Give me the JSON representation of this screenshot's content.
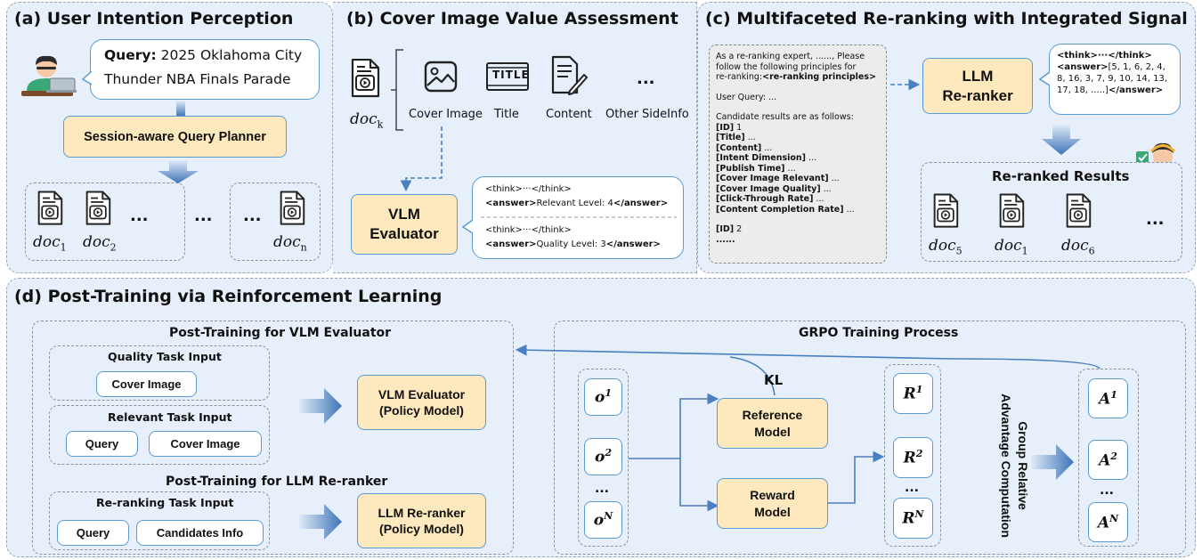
{
  "panel_a": {
    "title": "(a) User Intention Perception",
    "query_label": "Query:",
    "query_text_1": " 2025 Oklahoma City",
    "query_text_2": "Thunder NBA Finals Parade",
    "planner": "Session-aware Query Planner",
    "dots": "...",
    "docs": {
      "d1": "doc",
      "d1_sub": "1",
      "d2": "doc",
      "d2_sub": "2",
      "dn": "doc",
      "dn_sub": "n"
    }
  },
  "panel_b": {
    "title": "(b) Cover Image Value Assessment",
    "dock": "doc",
    "dock_sub": "k",
    "items": [
      "Cover Image",
      "Title",
      "Content",
      "Other SideInfo"
    ],
    "title_icon_text": "TITLE",
    "dots": "...",
    "evaluator": "VLM\nEvaluator",
    "bubble_line1": "<think>···</think>",
    "bubble_line2a": "<answer>",
    "bubble_line2b": "Relevant Level: 4",
    "bubble_line2c": "</answer>",
    "bubble_line3": "<think>···</think>",
    "bubble_line4a": "<answer>",
    "bubble_line4b": "Quality Level: 3",
    "bubble_line4c": "</answer>"
  },
  "panel_c": {
    "title": "(c) Multifaceted Re-ranking with Integrated Signal",
    "prompt_intro_1": "As a re-ranking expert, ......, Please",
    "prompt_intro_2": "follow the following principles for",
    "prompt_intro_3a": "re-ranking:",
    "prompt_intro_3b": "<re-ranking principles>",
    "user_query": "User Query: ...",
    "candidates_intro": "Candidate results are as follows:",
    "fields": [
      {
        "k": "[ID]",
        "v": " 1"
      },
      {
        "k": "[Title]",
        "v": " ..."
      },
      {
        "k": "[Content]",
        "v": " ..."
      },
      {
        "k": "[Intent Dimension]",
        "v": " ..."
      },
      {
        "k": "[Publish Time]",
        "v": " ..."
      },
      {
        "k": "[Cover Image Relevant]",
        "v": " ..."
      },
      {
        "k": "[Cover Image Quality]",
        "v": " ..."
      },
      {
        "k": "[Click-Through Rate]",
        "v": " ..."
      },
      {
        "k": "[Content Completion Rate]",
        "v": " ..."
      }
    ],
    "id2_k": "[ID]",
    "id2_v": " 2",
    "more": "......",
    "reranker": "LLM\nRe-ranker",
    "answer_1": "<think>···</think>",
    "answer_2a": "<answer>",
    "answer_2b": "[5, 1, 6, 2, 4,",
    "answer_3": "8, 16, 3, 7, 9, 10, 14, 13,",
    "answer_4a": "17, 18, .....]",
    "answer_4b": "</answer>",
    "results_title": "Re-ranked Results",
    "dots": "...",
    "docs": {
      "d5": "doc",
      "d5_sub": "5",
      "d1": "doc",
      "d1_sub": "1",
      "d6": "doc",
      "d6_sub": "6"
    }
  },
  "panel_d": {
    "title": "(d) Post-Training via Reinforcement Learning",
    "vlm_title": "Post-Training for VLM Evaluator",
    "quality_input": "Quality Task Input",
    "cover_image": "Cover Image",
    "relevant_input": "Relevant Task Input",
    "query": "Query",
    "cover_image_2": "Cover Image",
    "vlm_policy": "VLM Evaluator\n(Policy Model)",
    "llm_title": "Post-Training for LLM Re-ranker",
    "rerank_input": "Re-ranking Task Input",
    "query_2": "Query",
    "candidates": "Candidates Info",
    "llm_policy": "LLM Re-ranker\n(Policy Model)",
    "grpo_title": "GRPO Training Process",
    "kl": "KL",
    "reference": "Reference\nModel",
    "reward": "Reward\nModel",
    "group": "Group Relative\nAdvantage Computation",
    "o": "o",
    "R": "R",
    "A": "A",
    "sup1": "1",
    "sup2": "2",
    "supN": "N",
    "vdots": "..."
  },
  "colors": {
    "panel_bg": "#e7f0fa",
    "accent_blue": "#5b9bd5",
    "yellow": "#fde9bd",
    "arrow": "#4a7fc1"
  }
}
